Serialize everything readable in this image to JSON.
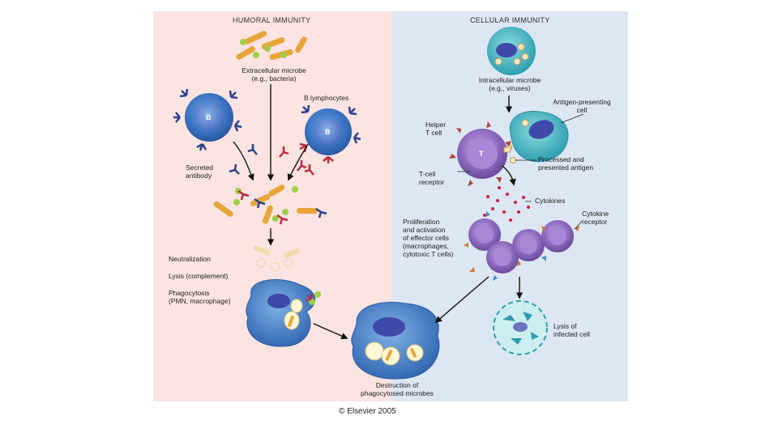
{
  "headers": {
    "humoral": "HUMORAL IMMUNITY",
    "cellular": "CELLULAR IMMUNITY"
  },
  "humoral_labels": {
    "extracellular_microbe": "Extracellular microbe\n(e.g., bacteria)",
    "b_lymphocytes": "B lymphocytes",
    "b_cell_letter": "B",
    "secreted_antibody": "Secreted\nantibody",
    "neutralization": "Neutralization",
    "lysis_complement": "Lysis (complement)",
    "phagocytosis": "Phagocytosis\n(PMN, macrophage)"
  },
  "cellular_labels": {
    "intracellular_microbe": "Intracellular microbe\n(e.g., viruses)",
    "apc": "Antigen-presenting\ncell",
    "helper_t": "Helper\nT cell",
    "t_cell_letter": "T",
    "t_cell_receptor": "T-cell\nreceptor",
    "processed_antigen": "Processed and\npresented antigen",
    "cytokines": "Cytokines",
    "cytokine_receptor": "Cytokine\nreceptor",
    "proliferation": "Proliferation\nand activation\nof effector cells\n(macrophages,\ncytotoxic T cells)",
    "lysis_infected": "Lysis of\ninfected cell"
  },
  "bottom": {
    "destruction": "Destruction of\nphagocytosed microbes",
    "copyright": "© Elsevier 2005"
  },
  "colors": {
    "humoral_bg": "#fbe4e2",
    "cellular_bg": "#dde6f3",
    "b_cell": "#3f78c6",
    "t_cell": "#8f6cc0",
    "apc": "#3fb3c0",
    "bacteria": "#e8a63a",
    "antibody_blue": "#2c3f8c",
    "antibody_red": "#c0273a"
  }
}
